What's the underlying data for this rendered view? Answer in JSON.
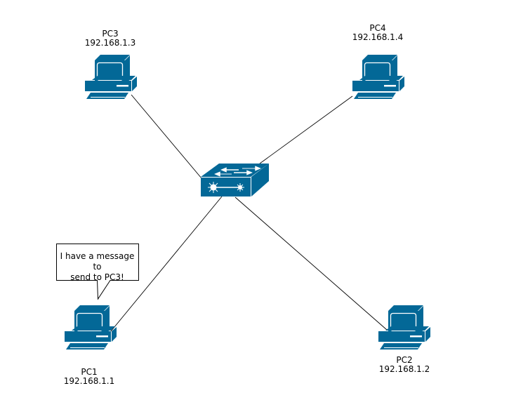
{
  "diagram": {
    "title": "Star network topology",
    "device_color": "#036897",
    "switch": {
      "name": "Switch"
    },
    "nodes": [
      {
        "id": "pc1",
        "name": "PC1",
        "ip": "192.168.1.1"
      },
      {
        "id": "pc2",
        "name": "PC2",
        "ip": "192.168.1.2"
      },
      {
        "id": "pc3",
        "name": "PC3",
        "ip": "192.168.1.3"
      },
      {
        "id": "pc4",
        "name": "PC4",
        "ip": "192.168.1.4"
      }
    ],
    "links": [
      {
        "from": "switch",
        "to": "pc1"
      },
      {
        "from": "switch",
        "to": "pc2"
      },
      {
        "from": "switch",
        "to": "pc3"
      },
      {
        "from": "switch",
        "to": "pc4"
      }
    ],
    "callout": {
      "attached_to": "pc1",
      "line1": "I have a message to",
      "line2": "send to PC3!"
    }
  }
}
